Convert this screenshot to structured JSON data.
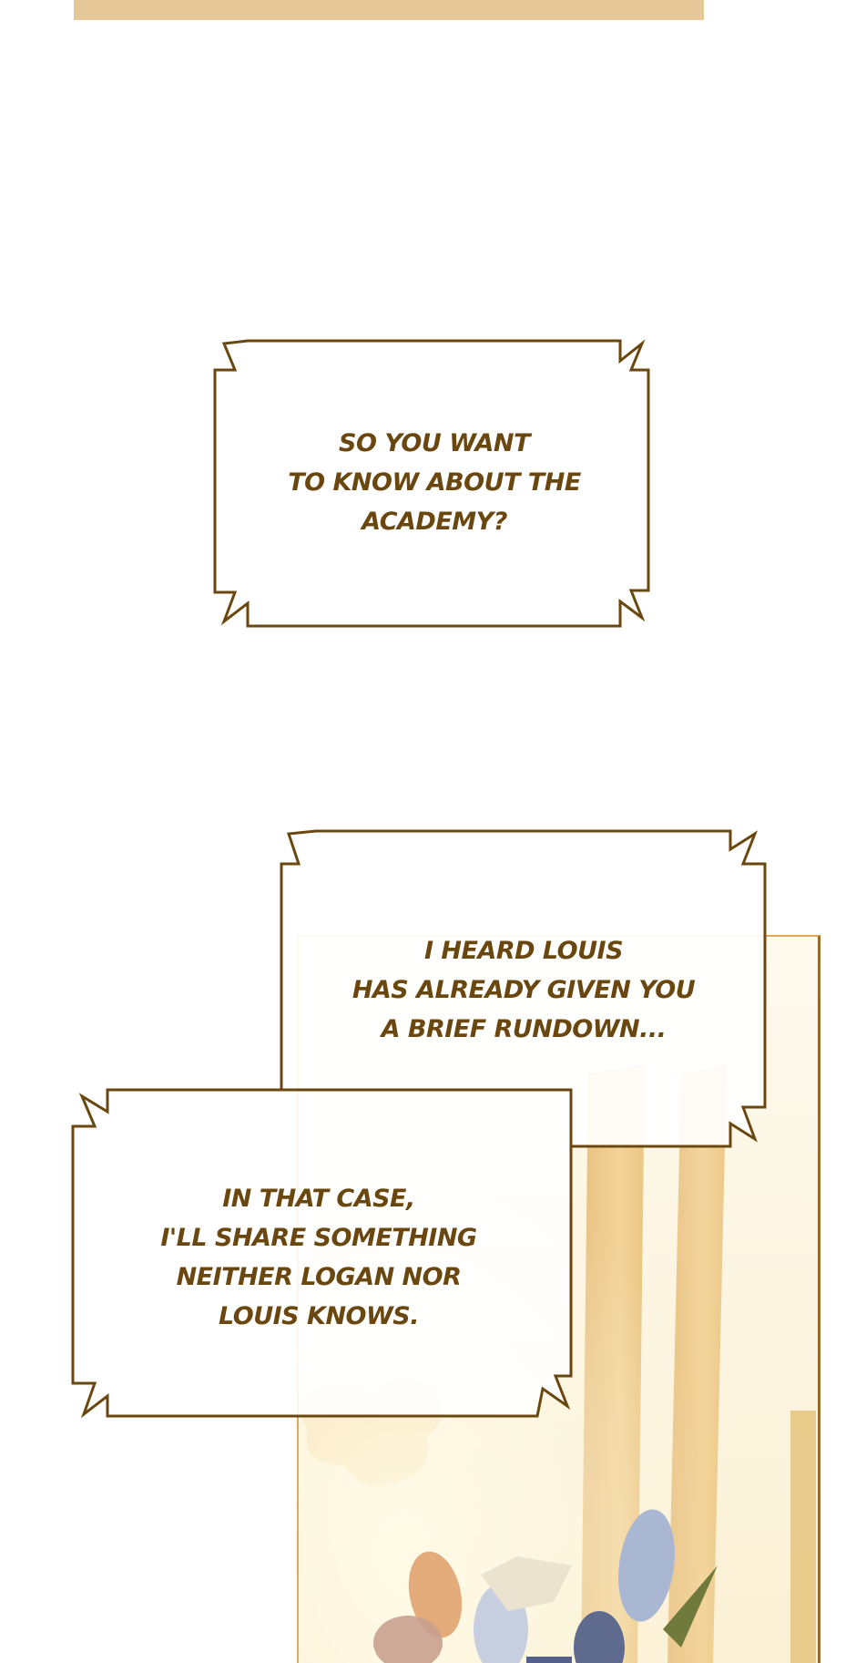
{
  "comic": {
    "top_strip_color": "#e6c797",
    "bubble_border_color": "#6b4710",
    "text_color": "#6b4710",
    "panel_border_color": "#e7a74e",
    "bubbles": [
      {
        "lines": [
          "SO YOU WANT",
          "TO KNOW ABOUT THE",
          "ACADEMY?"
        ]
      },
      {
        "lines": [
          "I HEARD LOUIS",
          "HAS ALREADY GIVEN YOU",
          "A BRIEF RUNDOWN..."
        ]
      },
      {
        "lines": [
          "IN THAT CASE,",
          "I'LL SHARE SOMETHING",
          "NEITHER LOGAN NOR",
          "LOUIS KNOWS."
        ]
      }
    ],
    "panel": {
      "scene": "sunlit room with tulip bouquet",
      "flowers": [
        "peach-tulip",
        "white-lily",
        "pale-blue-tulip",
        "blue-tulip",
        "navy-tulip"
      ]
    }
  }
}
